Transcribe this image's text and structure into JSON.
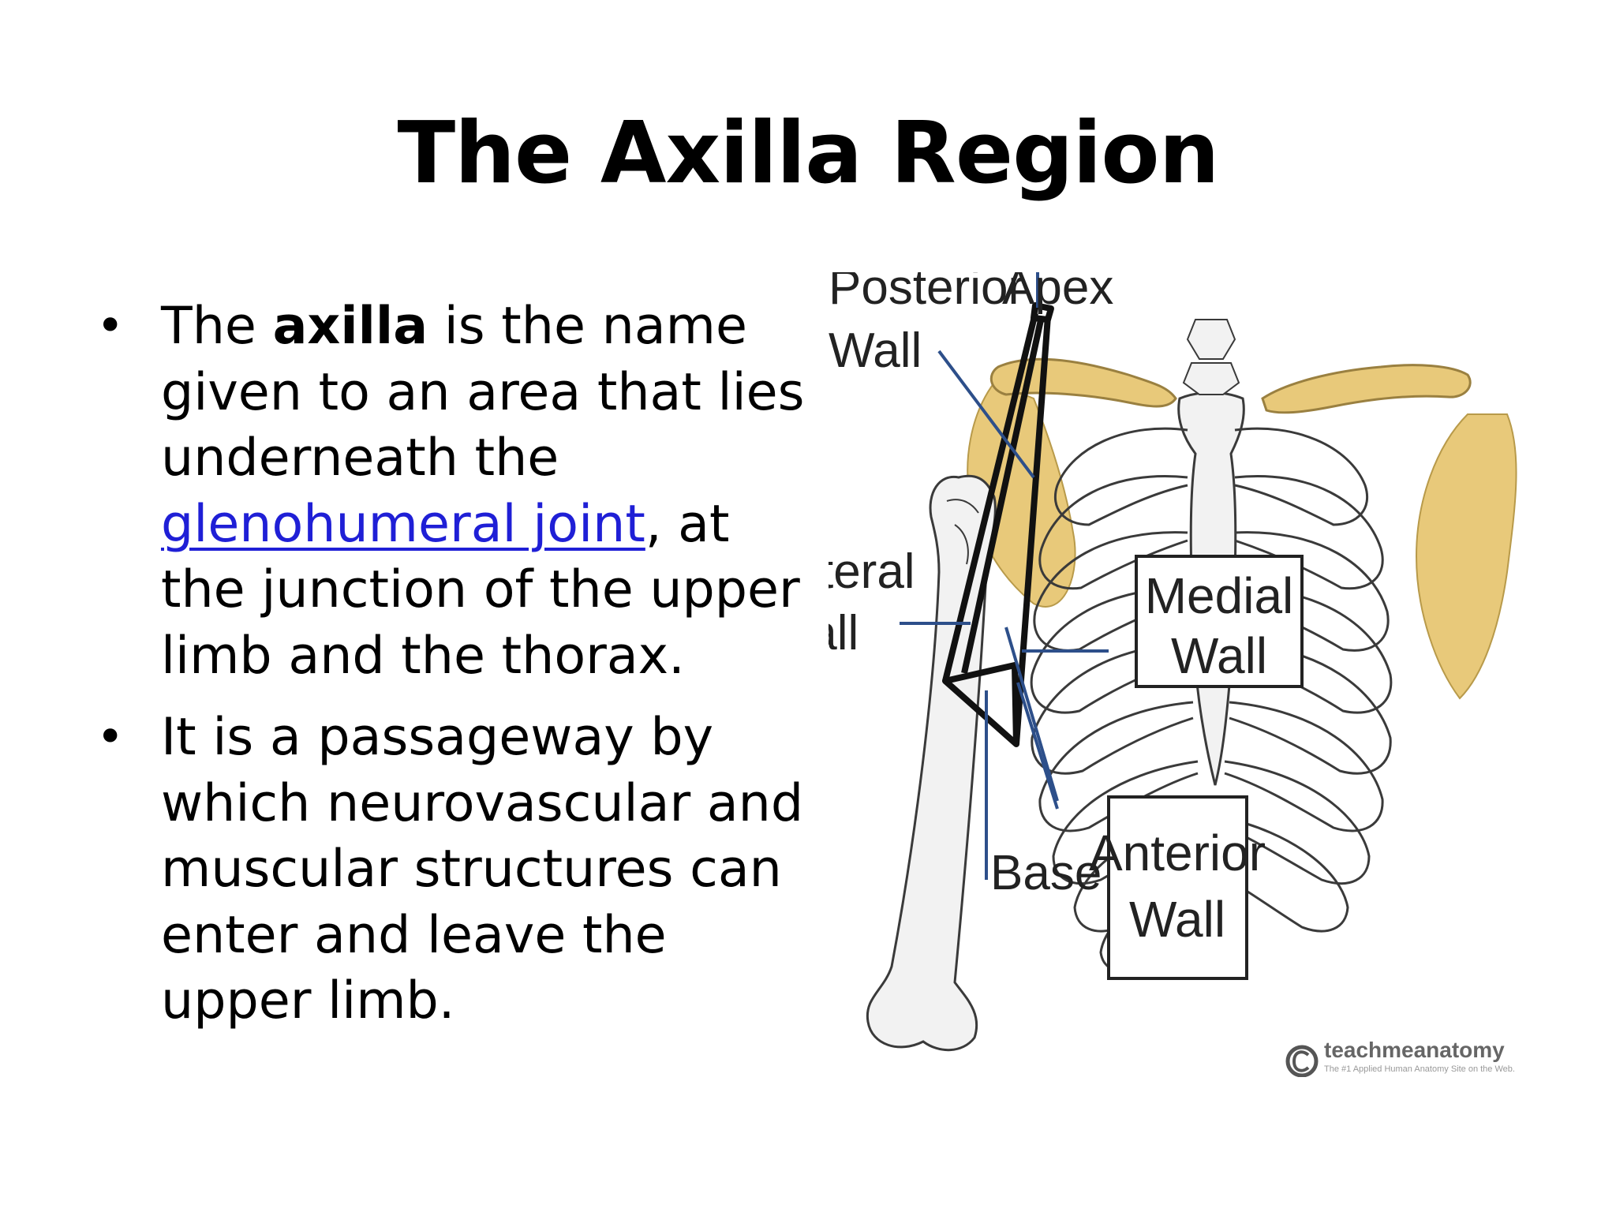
{
  "slide": {
    "title": "The Axilla Region",
    "bullets": [
      {
        "pre": "The ",
        "bold": "axilla",
        "mid": " is the name given to an area that lies underneath the ",
        "link": "glenohumeral joint",
        "post": ", at the junction of the upper limb and the thorax."
      },
      {
        "text": "It is a passageway by which neurovascular and muscular structures can enter and leave the upper limb."
      }
    ]
  },
  "figure": {
    "labels": {
      "posterior_line1": "Posterior",
      "posterior_line2": "Wall",
      "apex": "Apex",
      "lateral_line1": "Lateral",
      "lateral_line2": "Wall",
      "medial_line1": "Medial",
      "medial_line2": "Wall",
      "anterior_line1": "Anterior",
      "anterior_line2": "Wall",
      "base": "Base"
    },
    "watermark": {
      "brand": "teachmeanatomy",
      "tagline": "The #1 Applied Human Anatomy Site on the Web."
    },
    "colors": {
      "bone_fill": "#f0f0f0",
      "bone_stroke": "#3a3a3a",
      "scapula": "#e8c97a",
      "leader_line": "#2d4f8a",
      "pyramid": "#111111"
    }
  }
}
